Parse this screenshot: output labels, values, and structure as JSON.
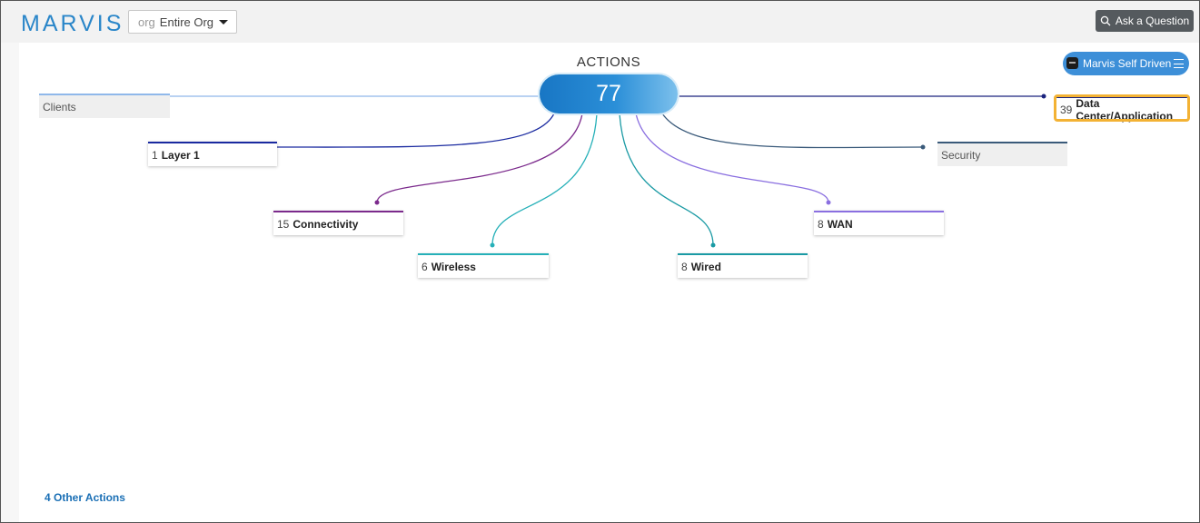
{
  "app": {
    "logo": "MARVIS"
  },
  "org_selector": {
    "prefix": "org",
    "value": "Entire Org"
  },
  "header": {
    "ask_label": "Ask a Question"
  },
  "graph": {
    "title": "ACTIONS",
    "total": "77",
    "self_driven_label": "Marvis Self Driven",
    "categories": {
      "clients": {
        "count": "",
        "label": "Clients",
        "color": "#8fb8ea"
      },
      "layer1": {
        "count": "1",
        "label": "Layer 1",
        "color": "#1a2aa0"
      },
      "connectivity": {
        "count": "15",
        "label": "Connectivity",
        "color": "#7b2a8c"
      },
      "wireless": {
        "count": "6",
        "label": "Wireless",
        "color": "#26b0b8"
      },
      "wired": {
        "count": "8",
        "label": "Wired",
        "color": "#1a9aa4"
      },
      "wan": {
        "count": "8",
        "label": "WAN",
        "color": "#8a6fe0"
      },
      "security": {
        "count": "",
        "label": "Security",
        "color": "#3a5a7a"
      },
      "datacenter": {
        "count": "39",
        "label": "Data Center/Application",
        "color": "#1a237e"
      }
    },
    "other_actions": "4 Other Actions"
  }
}
